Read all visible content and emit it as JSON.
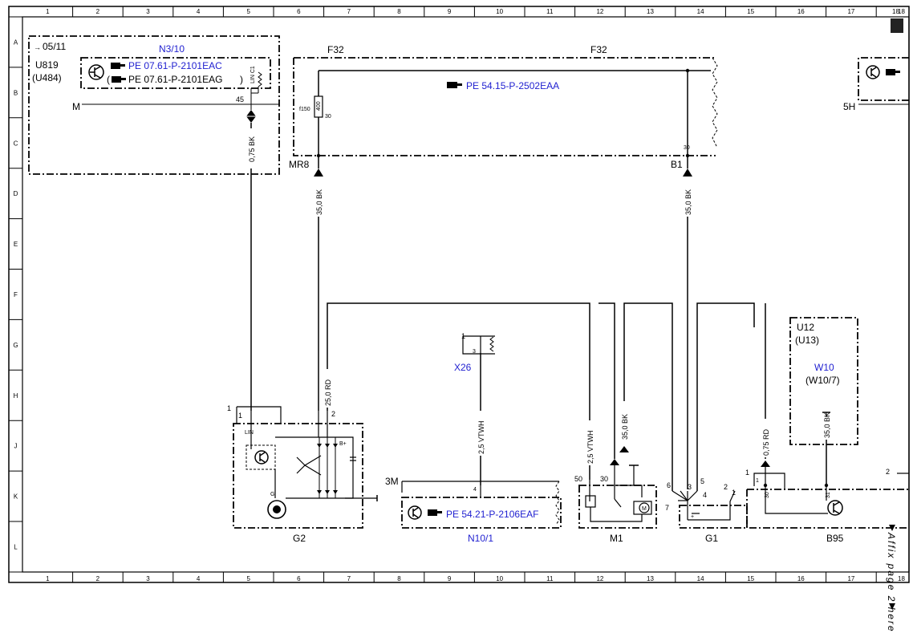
{
  "page_corner": "18",
  "affix_note": "Affix page 2 here",
  "grid": {
    "columns": [
      "1",
      "2",
      "3",
      "4",
      "5",
      "6",
      "7",
      "8",
      "9",
      "10",
      "11",
      "12",
      "13",
      "14",
      "15",
      "16",
      "17",
      "18"
    ],
    "rows": [
      "A",
      "B",
      "C",
      "D",
      "E",
      "F",
      "G",
      "H",
      "J",
      "K",
      "L"
    ]
  },
  "blocks": {
    "n3_10": {
      "ref": "05/11",
      "name": "N3/10",
      "variant1": "U819",
      "variant2": "(U484)",
      "pe1": "PE 07.61-P-2101EAC",
      "pe2": "PE 07.61-P-2101EAG",
      "paren_open": "(",
      "paren_close": ")",
      "pin_m": "M",
      "pin_45": "45",
      "lin_label": "LIN C1"
    },
    "f32": {
      "name_left": "F32",
      "name_right": "F32",
      "pe": "PE 54.15-P-2502EAA",
      "fuse_id": "f150",
      "fuse_rating": "400",
      "fuse_pin": "30",
      "pin_b1": "30",
      "conn_mr8": "MR8",
      "conn_b1": "B1"
    },
    "right_top": {
      "conn": "5H"
    },
    "x26": {
      "name": "X26",
      "pin_1": "1",
      "pin_3": "3"
    },
    "g2": {
      "name": "G2",
      "pin_1": "1",
      "pin_2": "2",
      "lin": "LIN",
      "g": "G",
      "bplus": "B+"
    },
    "n10_1": {
      "name": "N10/1",
      "pe": "PE 54.21-P-2106EAF",
      "conn": "3M",
      "pin_4": "4"
    },
    "m1": {
      "name": "M1",
      "pin_50": "50",
      "pin_30": "30",
      "motor": "M"
    },
    "g1": {
      "name": "G1",
      "pins": [
        "6",
        "3",
        "5",
        "4",
        "7",
        "2",
        "1"
      ],
      "plus": "+"
    },
    "u12": {
      "variant1": "U12",
      "variant2": "(U13)",
      "name": "W10",
      "name_alt": "(W10/7)"
    },
    "b95": {
      "name": "B95",
      "pin_1": "1",
      "pin_2": "2",
      "pin_30": "30",
      "pin_31": "31",
      "inner_1": "1"
    }
  },
  "wires": {
    "w_075bk_1": "0,75 BK",
    "w_350bk_1": "35,0 BK",
    "w_350bk_2": "35,0 BK",
    "w_250rd": "25,0 RD",
    "w_25vtwh_1": "2,5 VTWH",
    "w_25vtwh_2": "2,5 VTWH",
    "w_350bk_3": "35,0 BK",
    "w_075rd": "0,75 RD",
    "w_350bk_4": "35,0 BK"
  }
}
